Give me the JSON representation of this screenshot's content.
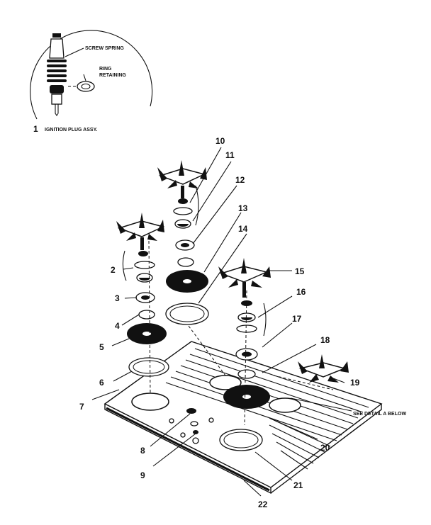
{
  "detail": {
    "screw_spring": "SCREW SPRING",
    "ring_line1": "RING",
    "ring_line2": "RETAINING",
    "part1_num": "1",
    "part1_name": "IGNITION PLUG ASSY."
  },
  "callouts": [
    "2",
    "3",
    "4",
    "5",
    "6",
    "7",
    "8",
    "9",
    "10",
    "11",
    "12",
    "13",
    "14",
    "15",
    "16",
    "17",
    "18",
    "19",
    "20",
    "21",
    "22"
  ],
  "see_detail": "SEE DETAIL A BELOW"
}
